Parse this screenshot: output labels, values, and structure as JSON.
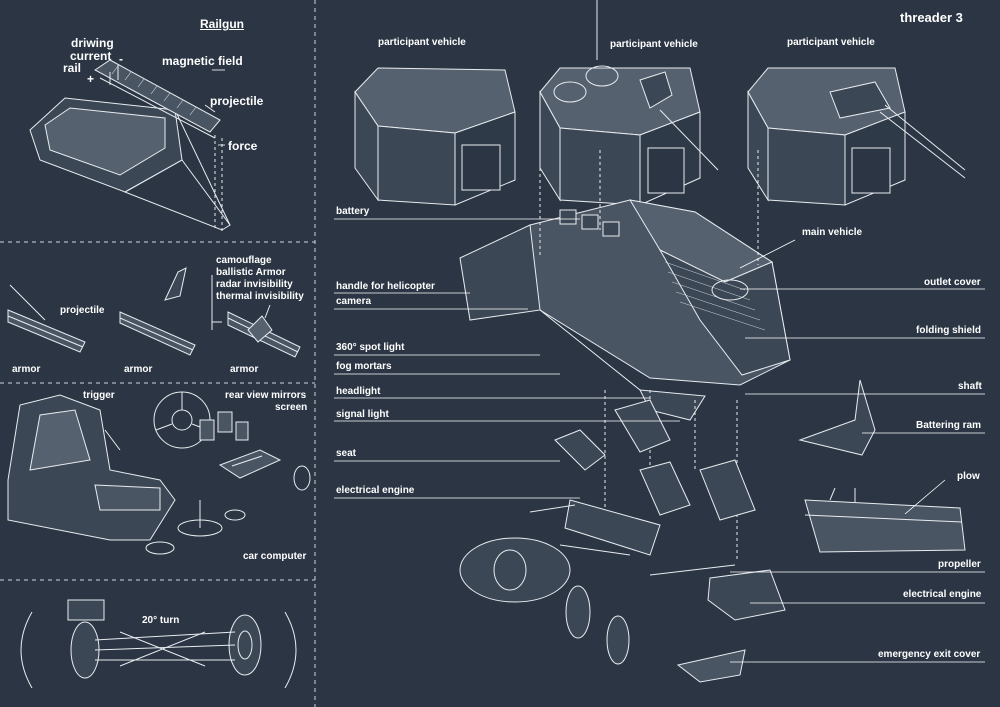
{
  "title": "threader 3",
  "railgun": {
    "heading": "Railgun",
    "labels": [
      "driwing",
      "current",
      "rail",
      "magnetic field",
      "projectile",
      "force"
    ],
    "plus": "+",
    "minus": "-"
  },
  "armor_panel": {
    "layers": [
      "camouflage",
      "ballistic Armor",
      "radar invisibility",
      "thermal invisibility"
    ],
    "projectile": "projectile",
    "armor": [
      "armor",
      "armor",
      "armor"
    ]
  },
  "cockpit_panel": {
    "trigger": "trigger",
    "mirrors": [
      "rear view mirrors",
      "screen"
    ],
    "computer": "car computer"
  },
  "turn_panel": {
    "label": "20° turn"
  },
  "participant_vehicles": [
    "participant vehicle",
    "participant vehicle",
    "participant vehicle"
  ],
  "left_callouts": [
    "battery",
    "handle for helicopter",
    "camera",
    "360° spot light",
    "fog mortars",
    "headlight",
    "signal light",
    "seat",
    "electrical engine"
  ],
  "right_callouts": [
    "main vehicle",
    "outlet cover",
    "folding shield",
    "shaft",
    "Battering ram",
    "plow",
    "propeller",
    "electrical engine",
    "emergency exit cover"
  ]
}
